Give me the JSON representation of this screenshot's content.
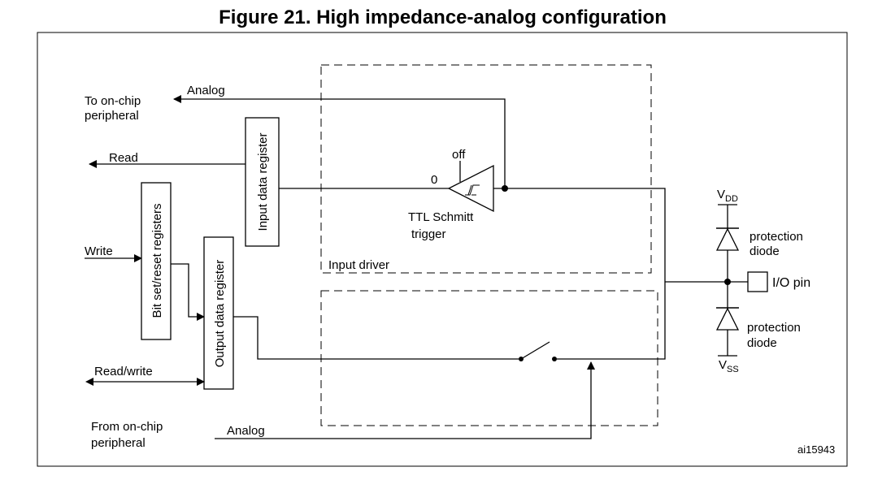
{
  "figure": {
    "title": "Figure 21. High impedance-analog configuration",
    "id_label": "ai15943"
  },
  "left_signals": {
    "to_onchip_line1": "To on-chip",
    "to_onchip_line2": "peripheral",
    "analog_out": "Analog",
    "read": "Read",
    "write": "Write",
    "read_write": "Read/write",
    "from_onchip_line1": "From on-chip",
    "from_onchip_line2": "peripheral",
    "analog_in": "Analog"
  },
  "registers": {
    "input_data": "Input data register",
    "bit_set_reset": "Bit set/reset registers",
    "output_data": "Output data register"
  },
  "input_driver": {
    "label": "Input driver",
    "schmitt_line1": "TTL Schmitt",
    "schmitt_line2": "trigger",
    "off": "off",
    "zero": "0"
  },
  "pin": {
    "vdd_main": "V",
    "vdd_sub": "DD",
    "vss_main": "V",
    "vss_sub": "SS",
    "protection_top_line1": "protection",
    "protection_top_line2": "diode",
    "protection_bottom_line1": "protection",
    "protection_bottom_line2": "diode",
    "io_pin": "I/O pin"
  }
}
